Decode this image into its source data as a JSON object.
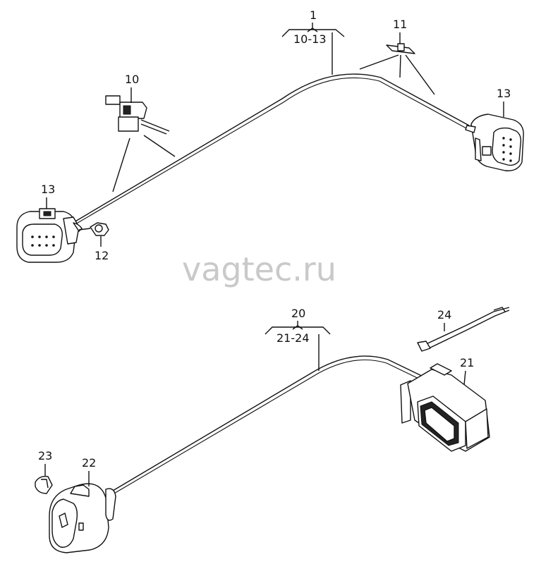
{
  "watermark": "vagtec.ru",
  "callouts": {
    "c1": "1",
    "c1_range": "10-13",
    "c10": "10",
    "c11": "11",
    "c12": "12",
    "c13_left": "13",
    "c13_right": "13",
    "c20": "20",
    "c20_range": "21-24",
    "c21": "21",
    "c22": "22",
    "c23": "23",
    "c24": "24"
  }
}
